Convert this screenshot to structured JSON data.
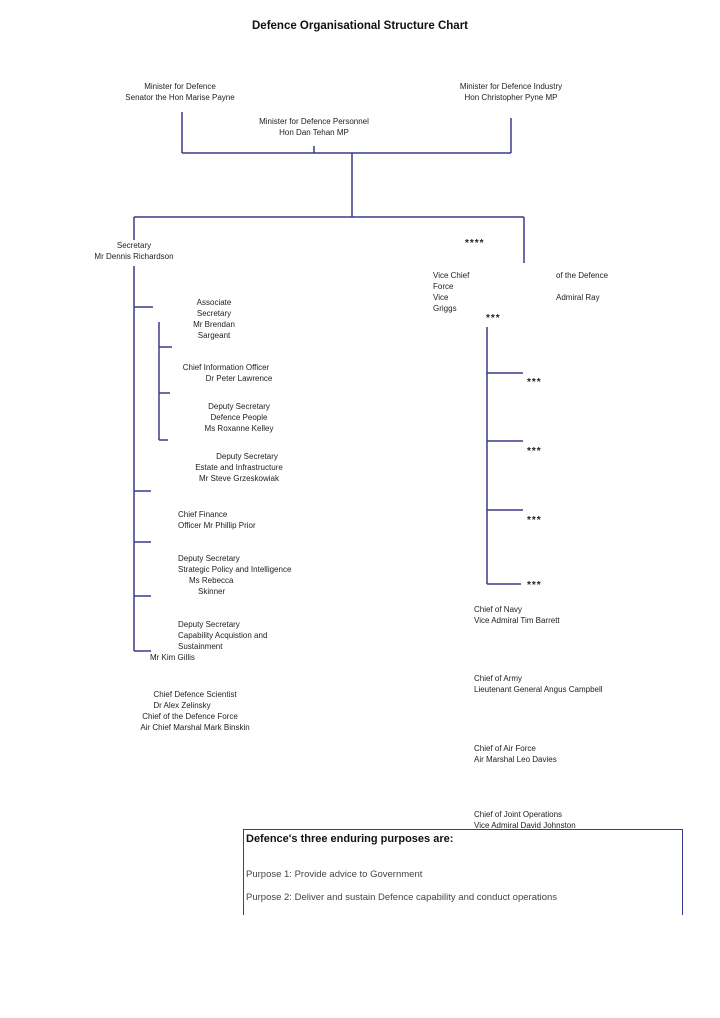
{
  "title": "Defence Organisational Structure Chart",
  "ministers": {
    "defence": [
      "Minister for Defence",
      "Senator the Hon  Marise Payne"
    ],
    "industry": [
      "Minister for Defence Industry",
      "Hon Christopher Pyne MP"
    ],
    "personnel": [
      "Minister for Defence Personnel",
      "Hon  Dan Tehan MP"
    ]
  },
  "secretary": [
    "Secretary",
    "Mr Dennis Richardson"
  ],
  "cdf_block": {
    "stars": "****",
    "left": [
      "Vice Chief",
      "Force",
      "Vice",
      "Griggs"
    ],
    "right1": "of the Defence",
    "right2": "Admiral Ray"
  },
  "secretary_group": {
    "associate": [
      "Associate",
      "Secretary",
      "Mr Brendan",
      "Sargeant"
    ],
    "cio": [
      "Chief Information Officer",
      "Dr Peter Lawrence"
    ],
    "dep_people": [
      "Deputy Secretary",
      "Defence People",
      "Ms Roxanne Kelley"
    ],
    "dep_estate": [
      "Deputy Secretary",
      "Estate and Infrastructure",
      "Mr Steve Grzeskowiak"
    ],
    "cfo": [
      "Chief Finance",
      "Officer Mr Phillip Prior"
    ],
    "dep_strategic": [
      "Deputy Secretary",
      "Strategic Policy and Intelligence",
      "Ms Rebecca",
      "Skinner"
    ],
    "dep_capability": [
      "Deputy Secretary",
      "Capability Acquistion and",
      "Sustainment"
    ],
    "dep_capability_name": "Mr Kim Gillis",
    "scientist": [
      "Chief Defence Scientist",
      "Dr Alex Zelinsky",
      "Chief of the Defence Force",
      "Air Chief Marshal Mark Binskin"
    ]
  },
  "service_stars": [
    "***",
    "***",
    "***",
    "***",
    "***"
  ],
  "services": {
    "navy": [
      "Chief of Navy",
      "Vice Admiral Tim Barrett"
    ],
    "army": [
      "Chief of Army",
      "Lieutenant General Angus Campbell"
    ],
    "airforce": [
      "Chief of Air Force",
      "Air Marshal Leo Davies"
    ],
    "joint_ops": [
      "Chief of Joint Operations",
      "Vice Admiral David Johnston"
    ]
  },
  "purposes": {
    "heading": "Defence's three enduring purposes are:",
    "items": [
      "Purpose 1: Provide advice to Government",
      "Purpose 2: Deliver and sustain Defence capability and conduct operations"
    ]
  },
  "colors": {
    "connector": "#3a3a8c"
  }
}
